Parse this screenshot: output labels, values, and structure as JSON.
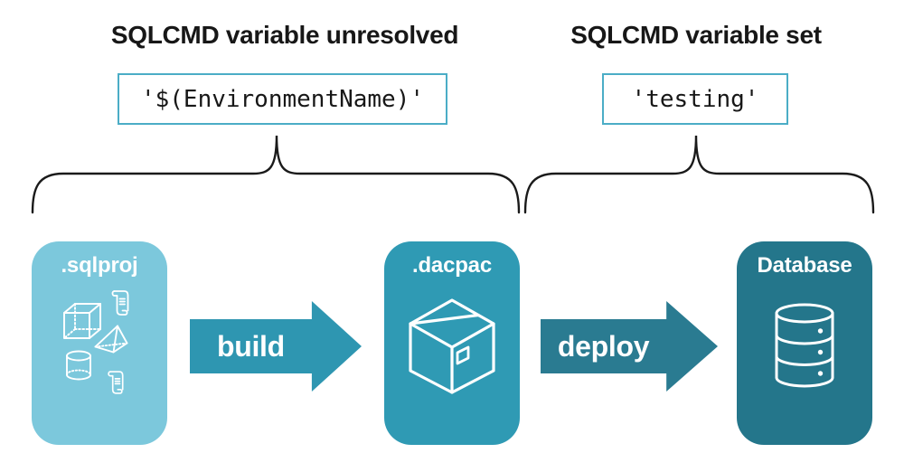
{
  "title_area": {
    "left": {
      "title": "SQLCMD variable unresolved",
      "value": "'$(EnvironmentName)'"
    },
    "right": {
      "title": "SQLCMD variable set",
      "value": "'testing'"
    }
  },
  "stages": [
    {
      "label": ".sqlproj",
      "color": "#7cc8dc",
      "icons": [
        "cube-icon",
        "script-scroll-icon",
        "pyramid-icon",
        "cylinder-icon",
        "script-scroll-icon"
      ]
    },
    {
      "label": ".dacpac",
      "color": "#2f9ab4",
      "icons": [
        "package-box-icon"
      ]
    },
    {
      "label": "Database",
      "color": "#24768b",
      "icons": [
        "database-cylinder-icon"
      ]
    }
  ],
  "arrows": [
    {
      "label": "build",
      "color": "#2e96b1"
    },
    {
      "label": "deploy",
      "color": "#2a7b91"
    }
  ],
  "colors": {
    "background": "#ffffff",
    "code_box_border": "#4badc6",
    "heading_text": "#171717",
    "code_text": "#171717",
    "brace_stroke": "#1a1a1a",
    "icon_stroke": "#ffffff",
    "stage_label_text": "#ffffff",
    "arrow_label_text": "#ffffff"
  }
}
